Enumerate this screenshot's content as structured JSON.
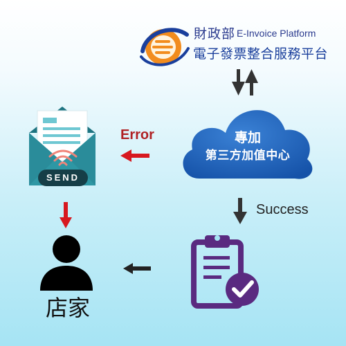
{
  "logo": {
    "org_name": "財政部",
    "platform_en": "E-Invoice Platform",
    "platform_zh": "電子發票整合服務平台"
  },
  "cloud": {
    "line1": "專加",
    "line2": "第三方加值中心"
  },
  "envelope": {
    "button_label": "SEND"
  },
  "labels": {
    "error": "Error",
    "success": "Success"
  },
  "store": {
    "label": "店家"
  },
  "colors": {
    "cloud": "#1f5fb4",
    "envelope": "#2a8c9a",
    "clipboard": "#5a2a80",
    "error_arrow": "#d7181f",
    "logo_orange": "#f28c1e",
    "logo_blue": "#1a3f9c"
  },
  "icons": [
    "ministry-logo-icon",
    "envelope-icon",
    "wifi-icon",
    "cloud-icon",
    "person-icon",
    "clipboard-check-icon"
  ]
}
